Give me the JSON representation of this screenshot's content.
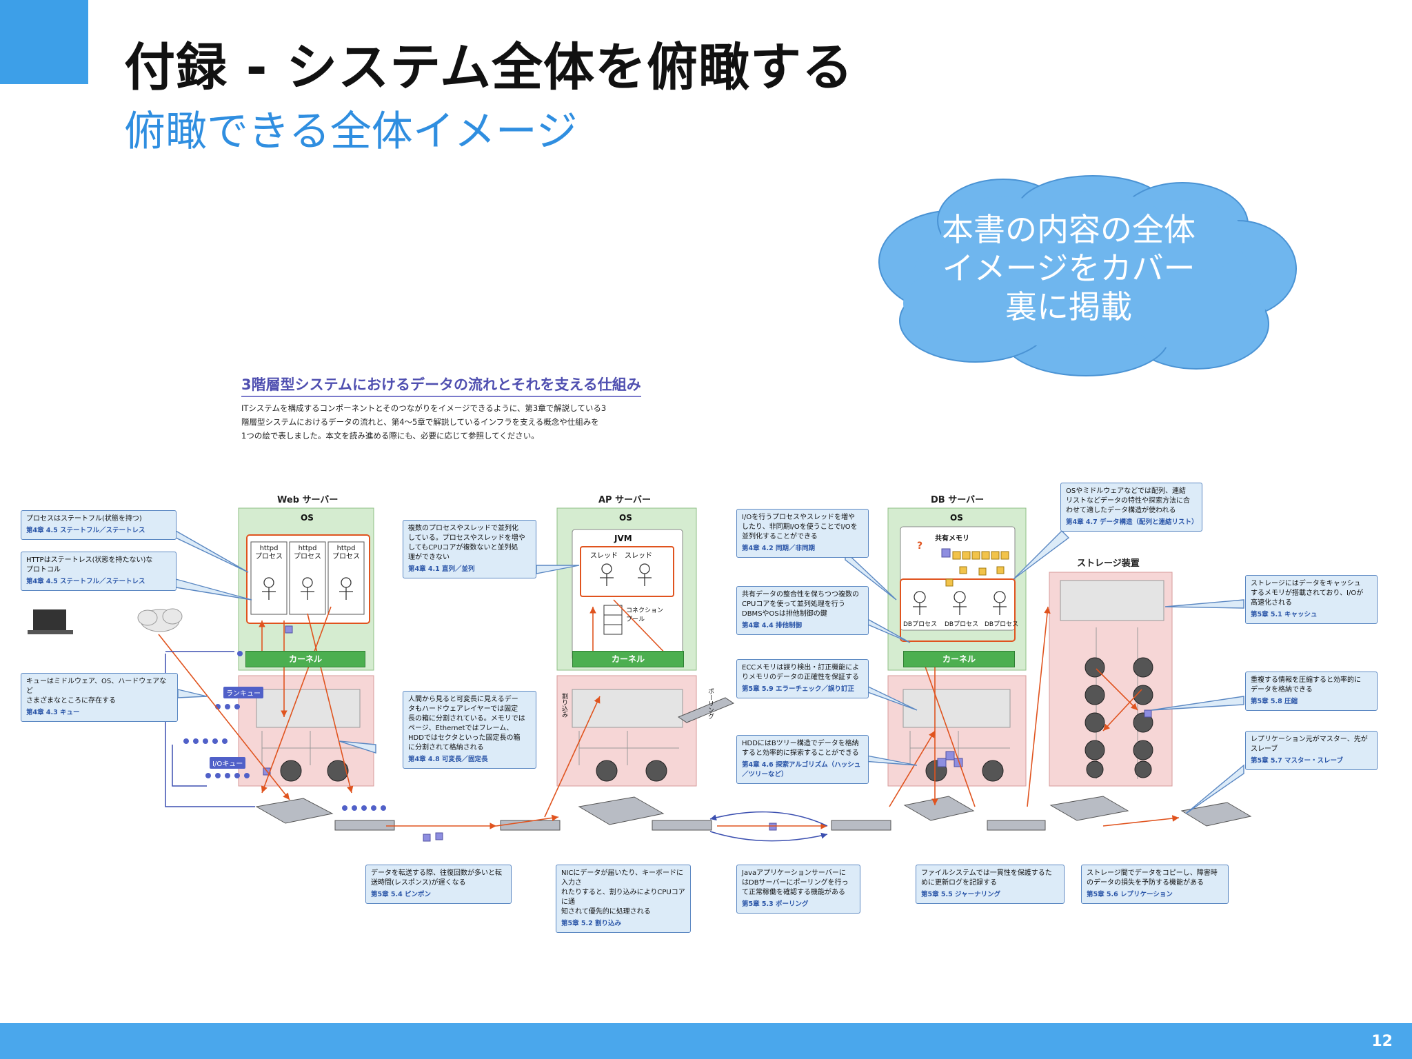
{
  "header": {
    "title": "付録 - システム全体を俯瞰する",
    "subtitle": "俯瞰できる全体イメージ"
  },
  "cloud": {
    "lines": [
      "本書の内容の全体",
      "イメージをカバー",
      "裏に掲載"
    ]
  },
  "figure": {
    "title": "3階層型システムにおけるデータの流れとそれを支える仕組み",
    "desc_lines": [
      "ITシステムを構成するコンポーネントとそのつながりをイメージできるように、第3章で解説している3",
      "階層型システムにおけるデータの流れと、第4～5章で解説しているインフラを支える概念や仕組みを",
      "1つの絵で表しました。本文を読み進める際にも、必要に応じて参照してください。"
    ],
    "servers": {
      "web": "Web サーバー",
      "ap": "AP サーバー",
      "db": "DB サーバー",
      "storage": "ストレージ装置"
    },
    "os_label": "OS",
    "kernel_label": "カーネル",
    "jvm_label": "JVM",
    "thread_labels": "スレッド　スレッド",
    "connection_pool": "コネクション\nプール",
    "shared_memory": "共有メモリ",
    "httpd": [
      "httpd\nプロセス",
      "httpd\nプロセス",
      "httpd\nプロセス"
    ],
    "db_procs": [
      "DBプロセス",
      "DBプロセス",
      "DBプロセス"
    ],
    "run_queue": "ランキュー",
    "io_queue": "I/Oキュー",
    "question": "?",
    "vertical_labels": [
      "割り込み",
      "ポーリング"
    ],
    "callouts": [
      {
        "id": "c1",
        "text": [
          "プロセスはステートフル(状態を持つ)"
        ],
        "ref": "第4章 4.5 ステートフル／ステートレス"
      },
      {
        "id": "c2",
        "text": [
          "HTTPはステートレス(状態を持たない)な",
          "プロトコル"
        ],
        "ref": "第4章 4.5 ステートフル／ステートレス"
      },
      {
        "id": "c3",
        "text": [
          "キューはミドルウェア、OS、ハードウェアなど",
          "さまざまなところに存在する"
        ],
        "ref": "第4章 4.3 キュー"
      },
      {
        "id": "c4",
        "text": [
          "複数のプロセスやスレッドで並列化",
          "している。プロセスやスレッドを増や",
          "してもCPUコアが複数ないと並列処",
          "理ができない"
        ],
        "ref": "第4章 4.1 直列／並列"
      },
      {
        "id": "c5",
        "text": [
          "人間から見ると可変長に見えるデー",
          "タもハードウェアレイヤーでは固定",
          "長の箱に分割されている。メモリでは",
          "ページ、Ethernetではフレーム、",
          "HDDではセクタといった固定長の箱",
          "に分割されて格納される"
        ],
        "ref": "第4章 4.8 可変長／固定長"
      },
      {
        "id": "c6",
        "text": [
          "I/Oを行うプロセスやスレッドを増や",
          "したり、非同期I/Oを使うことでI/Oを",
          "並列化することができる"
        ],
        "ref": "第4章 4.2 同期／非同期"
      },
      {
        "id": "c7",
        "text": [
          "共有データの整合性を保ちつつ複数の",
          "CPUコアを使って並列処理を行う",
          "DBMSやOSは排他制御の鍵"
        ],
        "ref": "第4章 4.4 排他制御"
      },
      {
        "id": "c8",
        "text": [
          "ECCメモリは誤り検出・訂正機能によ",
          "りメモリのデータの正確性を保証する"
        ],
        "ref": "第5章 5.9 エラーチェック／誤り訂正"
      },
      {
        "id": "c9",
        "text": [
          "HDDにはBツリー構造でデータを格納",
          "すると効率的に探索することができる"
        ],
        "ref": "第4章 4.6 探索アルゴリズム（ハッシュ／ツリーなど）"
      },
      {
        "id": "c10",
        "text": [
          "OSやミドルウェアなどでは配列、連結",
          "リストなどデータの特性や探索方法に合",
          "わせて適したデータ構造が使われる"
        ],
        "ref": "第4章 4.7 データ構造（配列と連結リスト）"
      },
      {
        "id": "c11",
        "text": [
          "ストレージにはデータをキャッシュ",
          "するメモリが搭載されており、I/Oが",
          "高速化される"
        ],
        "ref": "第5章 5.1 キャッシュ"
      },
      {
        "id": "c12",
        "text": [
          "重複する情報を圧縮すると効率的に",
          "データを格納できる"
        ],
        "ref": "第5章 5.8 圧縮"
      },
      {
        "id": "c13",
        "text": [
          "レプリケーション元がマスター、先が",
          "スレーブ"
        ],
        "ref": "第5章 5.7 マスター・スレーブ"
      },
      {
        "id": "c14",
        "text": [
          "データを転送する際、往復回数が多いと転",
          "送時間(レスポンス)が遅くなる"
        ],
        "ref": "第5章 5.4 ピンポン"
      },
      {
        "id": "c15",
        "text": [
          "NICにデータが届いたり、キーボードに入力さ",
          "れたりすると、割り込みによりCPUコアに通",
          "知されて優先的に処理される"
        ],
        "ref": "第5章 5.2 割り込み"
      },
      {
        "id": "c16",
        "text": [
          "Javaアプリケーションサーバーに",
          "はDBサーバーにポーリングを行っ",
          "て正常稼働を確認する機能がある"
        ],
        "ref": "第5章 5.3 ポーリング"
      },
      {
        "id": "c17",
        "text": [
          "ファイルシステムでは一貫性を保護するた",
          "めに更新ログを記録する"
        ],
        "ref": "第5章 5.5 ジャーナリング"
      },
      {
        "id": "c18",
        "text": [
          "ストレージ間でデータをコピーし、障害時",
          "のデータの損失を予防する機能がある"
        ],
        "ref": "第5章 5.6 レプリケーション"
      }
    ]
  },
  "footer": {
    "page_number": "12"
  },
  "colors": {
    "accent": "#3d9fe8",
    "footer": "#4aa7ec",
    "cloud": "#6fb6ee",
    "callout_bg": "#dcebf8",
    "os_green": "#d5ecd0",
    "hw_pink": "#f6d6d6",
    "kernel": "#4caf50",
    "arrow": "#e0531e"
  }
}
